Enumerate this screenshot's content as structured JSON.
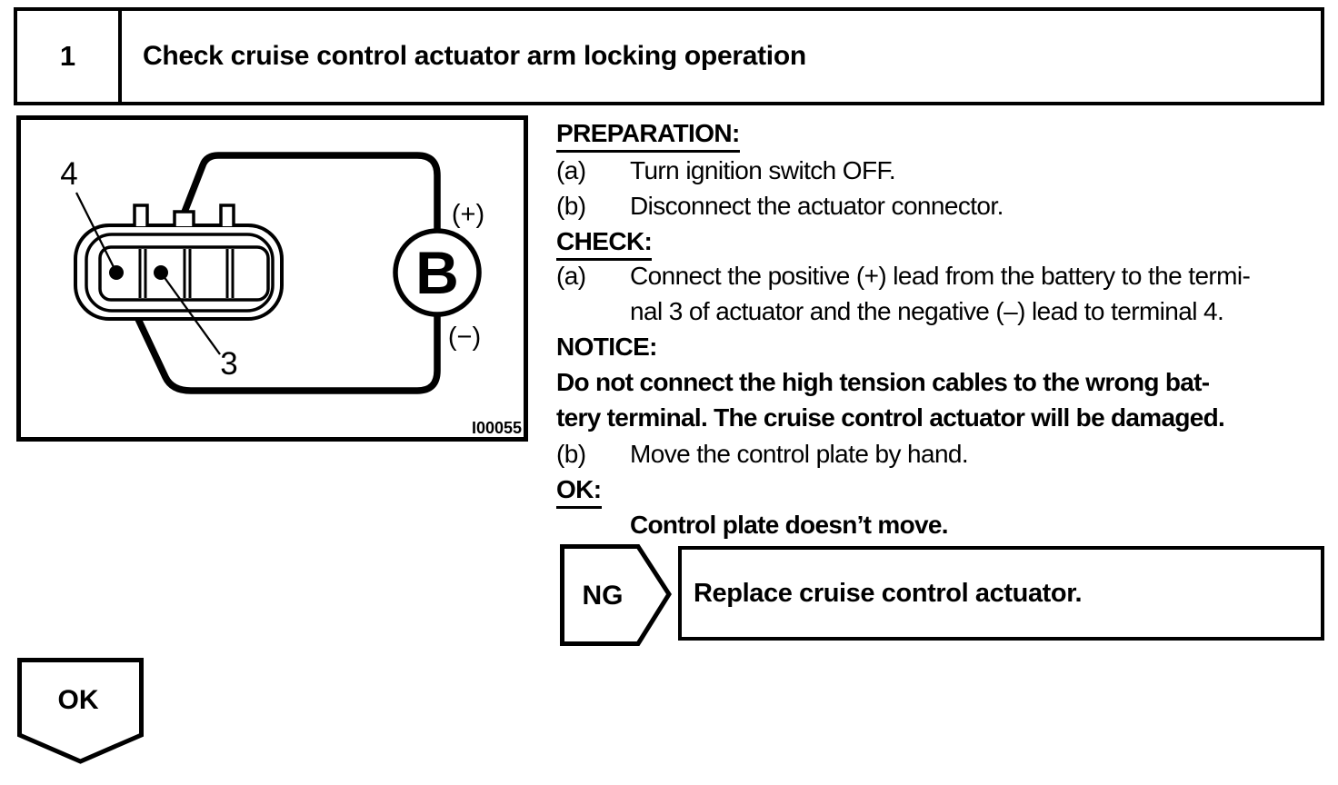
{
  "page": {
    "paper_color": "#ffffff",
    "ink_color": "#000000"
  },
  "header": {
    "step_number": "1",
    "title": "Check cruise control actuator arm locking operation"
  },
  "figure": {
    "code": "I00055",
    "terminal4_label": "4",
    "terminal3_label": "3",
    "battery_label": "B",
    "plus_label": "(+)",
    "minus_label": "(−)"
  },
  "procedure": {
    "preparation": {
      "heading": "PREPARATION:",
      "step_a_label": "(a)",
      "step_a_text": "Turn ignition switch OFF.",
      "step_b_label": "(b)",
      "step_b_text": "Disconnect the actuator connector."
    },
    "check": {
      "heading": "CHECK:",
      "step_a_label": "(a)",
      "step_a_line1": "Connect the positive (+) lead from the battery to the termi-",
      "step_a_line2": "nal 3 of actuator and the negative (–) lead to terminal 4.",
      "step_b_label": "(b)",
      "step_b_text": "Move the control plate by hand."
    },
    "notice": {
      "heading": "NOTICE:",
      "line1": "Do not connect the high tension cables to the wrong bat-",
      "line2": "tery terminal. The cruise control actuator will be damaged."
    },
    "ok": {
      "heading": "OK:",
      "criteria": "Control plate doesn’t move."
    }
  },
  "ng_branch": {
    "flag_label": "NG",
    "action": "Replace cruise control actuator."
  },
  "ok_branch": {
    "flag_label": "OK"
  }
}
